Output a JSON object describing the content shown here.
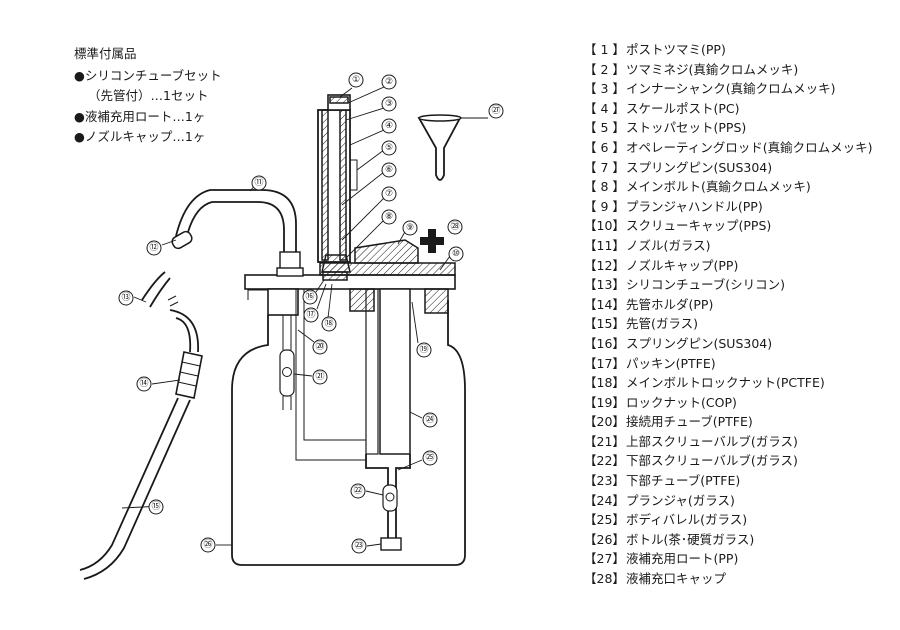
{
  "accessories": {
    "title": "標準付属品",
    "items": [
      {
        "bullet": "●",
        "text": "シリコンチューブセット"
      },
      {
        "bullet": "",
        "text": "（先管付）…1セット"
      },
      {
        "bullet": "●",
        "text": "液補充用ロート…1ヶ"
      },
      {
        "bullet": "●",
        "text": "ノズルキャップ…1ヶ"
      }
    ]
  },
  "parts": [
    {
      "num": "【 1 】",
      "name": "ポストツマミ(PP)"
    },
    {
      "num": "【 2 】",
      "name": "ツマミネジ(真鍮クロムメッキ)"
    },
    {
      "num": "【 3 】",
      "name": "インナーシャンク(真鍮クロムメッキ)"
    },
    {
      "num": "【 4 】",
      "name": "スケールポスト(PC)"
    },
    {
      "num": "【 5 】",
      "name": "ストッパセット(PPS)"
    },
    {
      "num": "【 6 】",
      "name": "オペレーティングロッド(真鍮クロムメッキ)"
    },
    {
      "num": "【 7 】",
      "name": "スプリングピン(SUS304)"
    },
    {
      "num": "【 8 】",
      "name": "メインボルト(真鍮クロムメッキ)"
    },
    {
      "num": "【 9 】",
      "name": "プランジャハンドル(PP)"
    },
    {
      "num": "【10】",
      "name": "スクリューキャップ(PPS)"
    },
    {
      "num": "【11】",
      "name": "ノズル(ガラス)"
    },
    {
      "num": "【12】",
      "name": "ノズルキャップ(PP)"
    },
    {
      "num": "【13】",
      "name": "シリコンチューブ(シリコン)"
    },
    {
      "num": "【14】",
      "name": "先管ホルダ(PP)"
    },
    {
      "num": "【15】",
      "name": "先管(ガラス)"
    },
    {
      "num": "【16】",
      "name": "スプリングピン(SUS304)"
    },
    {
      "num": "【17】",
      "name": "パッキン(PTFE)"
    },
    {
      "num": "【18】",
      "name": "メインボルトロックナット(PCTFE)"
    },
    {
      "num": "【19】",
      "name": "ロックナット(COP)"
    },
    {
      "num": "【20】",
      "name": "接続用チューブ(PTFE)"
    },
    {
      "num": "【21】",
      "name": "上部スクリューバルブ(ガラス)"
    },
    {
      "num": "【22】",
      "name": "下部スクリューバルブ(ガラス)"
    },
    {
      "num": "【23】",
      "name": "下部チューブ(PTFE)"
    },
    {
      "num": "【24】",
      "name": "プランジャ(ガラス)"
    },
    {
      "num": "【25】",
      "name": "ボディバレル(ガラス)"
    },
    {
      "num": "【26】",
      "name": "ボトル(茶･硬質ガラス)"
    },
    {
      "num": "【27】",
      "name": "液補充用ロート(PP)"
    },
    {
      "num": "【28】",
      "name": "液補充口キャップ"
    }
  ],
  "callouts": [
    "①",
    "②",
    "③",
    "④",
    "⑤",
    "⑥",
    "⑦",
    "⑧",
    "⑨",
    "⑩",
    "⑪",
    "⑫",
    "⑬",
    "⑭",
    "⑮",
    "⑯",
    "⑰",
    "⑱",
    "⑲",
    "⑳",
    "㉑",
    "㉒",
    "㉓",
    "㉔",
    "㉕",
    "㉖",
    "㉗",
    "㉘"
  ]
}
